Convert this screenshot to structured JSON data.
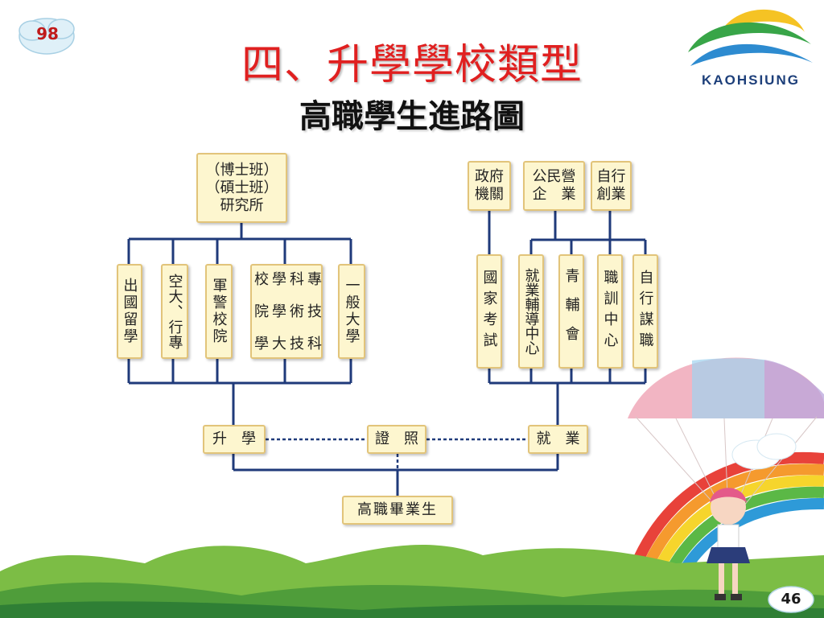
{
  "slide_badge": "98",
  "title": "四、升學學校類型",
  "subtitle": "高職學生進路圖",
  "logo_text": "KAOHSIUNG",
  "page_number": "46",
  "boxes": {
    "doctoral": [
      "（博士班）",
      "（碩士班）",
      "研究所"
    ],
    "overseas": "出國留學",
    "air_admin": "空大、行專",
    "military": "軍警校院",
    "tech_col": [
      "專科學校",
      "技術學院",
      "科技大學"
    ],
    "general_univ": "一般大學",
    "gov_agency": [
      "政府",
      "機關"
    ],
    "public_private": [
      "公民營",
      "企　業"
    ],
    "self_startup": [
      "自行",
      "創業"
    ],
    "national_exam": "國家考試",
    "employment_center": "就業輔導中心",
    "youth_counsel": "青輔會",
    "vocational_training": "職訓中心",
    "self_job": "自行謀職",
    "further_study": "升　學",
    "license": "證　照",
    "employment": "就　業",
    "graduate": "高職畢業生"
  },
  "colors": {
    "title": "#e02020",
    "box_fill": "#fdf6cf",
    "box_border": "#e2c47a",
    "connector": "#1f3a7a"
  }
}
